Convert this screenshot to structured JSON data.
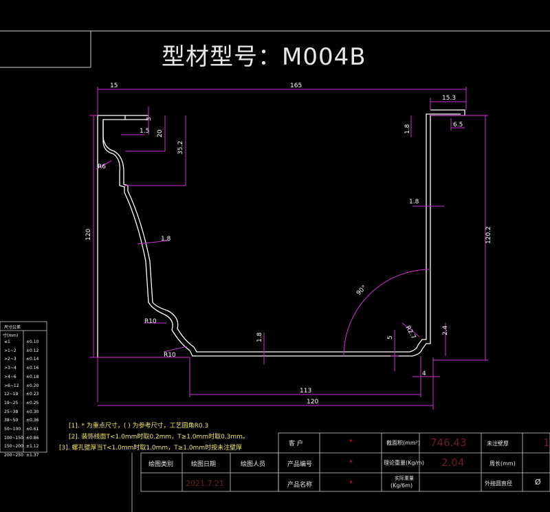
{
  "title": "型材型号：M004B",
  "dimensions": {
    "top_left_width": "15",
    "top_overall_width": "165",
    "top_right_width": "15.3",
    "lip_3": "3",
    "lip_1_5": "1.5",
    "lip_20": "20",
    "height_35_2": "35.2",
    "radius_r6": "R6",
    "left_height_120": "120",
    "wall_1_8_curve": "1.8",
    "radius_r10_a": "R10",
    "radius_r10_b": "R10",
    "bottom_wall_1_8": "1.8",
    "bottom_inner_113": "113",
    "bottom_overall_120": "120",
    "angle_90": "90°",
    "right_1_8_top": "1.8",
    "right_6_5": "6.5",
    "right_wall_1_8": "1.8",
    "right_height_120_2": "120.2",
    "right_5": "5",
    "radius_r2_7": "R2.7",
    "right_2_4": "2.4",
    "bottom_4": "4"
  },
  "tolerance_table": {
    "header": "尺寸公差",
    "sub_header": "寸(mm)",
    "rows": [
      [
        "≤1",
        "±0.10"
      ],
      [
        ">1~2",
        "±0.12"
      ],
      [
        ">2~3",
        "±0.14"
      ],
      [
        ">3~4",
        "±0.16"
      ],
      [
        ">4~6",
        "±0.18"
      ],
      [
        ">6~12",
        "±0.20"
      ],
      [
        "12~19",
        "±0.23"
      ],
      [
        "19~25",
        "±0.25"
      ],
      [
        "25~38",
        "±0.30"
      ],
      [
        "38~50",
        "±0.36"
      ],
      [
        "50~100",
        "±0.61"
      ],
      [
        "100~150",
        "±0.86"
      ],
      [
        "150~200",
        "±1.12"
      ],
      [
        "200~250",
        "±1.37"
      ]
    ]
  },
  "notes": [
    "[1]. * 为重点尺寸，( ) 为参考尺寸，工艺圆角R0.3",
    "[2]. 装饰线面T<1.0mm时取0.2mm，T≥1.0mm时取0.3mm。",
    "[3]. 螺孔壁厚当T<1.0mm时取1.0mm，T≥1.0mm时按未注壁厚"
  ],
  "title_block": {
    "customer_label": "客 户",
    "customer_value": "*",
    "code_label": "产品编号",
    "code_value": "*",
    "name_label": "产品名称",
    "name_value": "*",
    "area_label": "截面积(mm²)",
    "area_value": "746.43",
    "theo_weight_label": "理论重量(Kg/m)",
    "theo_weight_value": "2.04",
    "actual_weight_label": "实际重量",
    "actual_weight_unit": "(Kg/6m)",
    "wall_label": "未注壁厚",
    "wall_value": "1",
    "perimeter_label": "周长(mm)",
    "circle_label": "外接圆直径",
    "circle_value": "Ø",
    "drawing_cat_label": "绘图类别",
    "drawing_date_label": "绘图日期",
    "drawing_date_value": "2021.7.21",
    "drawer_label": "绘图人员"
  },
  "colors": {
    "background": "#000000",
    "outline": "#ffffff",
    "dimension": "#d030d0",
    "note": "#f0e65a",
    "value_red": "#6b1f22",
    "star": "#e6202e"
  }
}
